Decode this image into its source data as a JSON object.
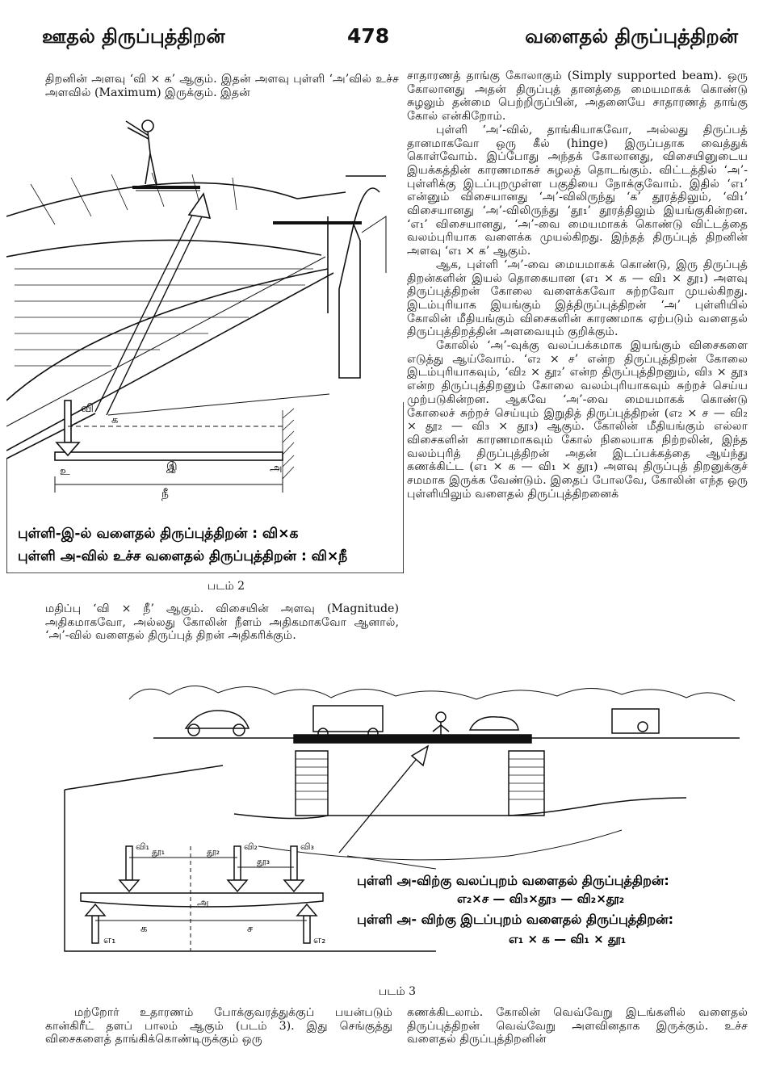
{
  "header": {
    "left": "ஊதல் திருப்புத்திறன்",
    "page_number": "478",
    "right": "வளைதல் திருப்புத்திறன்"
  },
  "col_left_top": [
    "திறனின் அளவு ‘வி × க’ ஆகும். இதன் அளவு புள்ளி ‘அ’வில் உச்ச அளவில் (Maximum) இருக்கும். இதன்"
  ],
  "figure2": {
    "label_vi": "வி",
    "label_ka": "க",
    "label_u": "உ",
    "label_i": "இ",
    "label_a": "அ",
    "label_ni": "நீ",
    "formula_line1": "புள்ளி-இ-ல் வளைதல் திருப்புத்திறன் : வி×க",
    "formula_line2": "புள்ளி அ-வில் உச்ச வளைதல் திருப்புத்திறன் : வி×நீ",
    "caption": "படம் 2"
  },
  "col_left_bottom": [
    "மதிப்பு ‘வி × நீ’ ஆகும். விசையின் அளவு (Magnitude) அதிகமாகவோ, அல்லது கோலின் நீளம் அதிகமாகவோ ஆனால், ‘அ’-வில் வளைதல் திருப்புத் திறன் அதிகரிக்கும்."
  ],
  "col_right": [
    {
      "indent": false,
      "text": "சாதாரணத் தாங்கு கோலாகும் (Simply supported beam). ஒரு கோலானது அதன் திருப்புத் தானத்தை மையமாகக் கொண்டு சுழலும் தன்மை பெற்றிருப்பின், அதனையே சாதாரணத் தாங்கு கோல் என்கிறோம்."
    },
    {
      "indent": true,
      "text": "புள்ளி ‘அ’-வில், தாங்கியாகவோ, அல்லது திருப்பத் தானமாகவோ ஒரு கீல் (hinge) இருப்பதாக வைத்துக் கொள்வோம். இப்போது அந்தக் கோலானது, விசையினுடைய இயக்கத்தின் காரணமாகச் சுழலத் தொடங்கும். விட்டத்தில் ‘அ’-புள்ளிக்கு இடப்புறமுள்ள பகுதியை நோக்குவோம். இதில் ‘எ₁’ என்னும் விசையானது ‘அ’-விலிருந்து ‘க’ தூரத்திலும், ‘வி₁’ விசையானது ‘அ’-விலிருந்து ‘தூ₁’ தூரத்திலும் இயங்குகின்றன. ‘எ₁’ விசையானது, ‘அ’-வை மையமாகக் கொண்டு விட்டத்தை வலம்புரியாக வளைக்க முயல்கிறது. இந்தத் திருப்புத் திறனின் அளவு ‘எ₁ × க’ ஆகும்."
    },
    {
      "indent": true,
      "text": "ஆக, புள்ளி ‘அ’-வை மையமாகக் கொண்டு, இரு திருப்புத் திறன்களின் இயல் தொகையான (எ₁ × க — வி₁ × தூ₁) அளவு திருப்புத்திறன் கோலை வளைக்கவோ சுற்றவோ முயல்கிறது. இடம்புரியாக இயங்கும் இத்திருப்புத்திறன் ‘அ’ புள்ளியில் கோலின் மீதியங்கும் விசைகளின் காரணமாக ஏற்படும் வளைதல் திருப்புத்திறத்தின் அளவையும் குறிக்கும்."
    },
    {
      "indent": true,
      "text": "கோலில் ‘அ’-வுக்கு வலப்பக்கமாக இயங்கும் விசைகளை எடுத்து ஆய்வோம். ‘எ₂ × ச’ என்ற திருப்புத்திறன் கோலை இடம்புரியாகவும், ‘வி₂ × தூ₂’ என்ற திருப்புத்திறனும், வி₃ × தூ₃ என்ற திருப்புத்திறனும் கோலை வலம்புரியாகவும் சுற்றச் செய்ய முற்படுகின்றன. ஆகவே ‘அ’-வை மையமாகக் கொண்டு கோலைச் சுற்றச் செய்யும் இறுதித் திருப்புத்திறன் (எ₂ × ச — வி₂ × தூ₂ — வி₃ × தூ₃) ஆகும். கோலின் மீதியங்கும் எல்லா விசைகளின் காரணமாகவும் கோல் நிலையாக நிற்றலின், இந்த வலம்புரித் திருப்புத்திறன் அதன் இடப்பக்கத்தை ஆய்ந்து கணக்கிட்ட (எ₁ × க — வி₁ × தூ₁) அளவு திருப்புத் திறனுக்குச் சமமாக இருக்க வேண்டும். இதைப் போலவே, கோலின் எந்த ஒரு புள்ளியிலும் வளைதல் திருப்புத்திறனைக்"
    }
  ],
  "figure3": {
    "label_vi1": "வி₁",
    "label_vi2": "வி₂",
    "label_vi3": "வி₃",
    "label_thu1": "தூ₁",
    "label_thu2": "தூ₂",
    "label_thu3": "தூ₃",
    "label_a": "அ",
    "label_ka": "க",
    "label_sa": "ச",
    "label_e1": "எ₁",
    "label_e2": "எ₂",
    "formula_right_title": "புள்ளி அ-விற்கு வலப்புறம் வளைதல் திருப்புத்திறன்:",
    "formula_right_expr": "எ₂×ச  —  வி₃×தூ₃  —  வி₂×தூ₂",
    "formula_left_title": "புள்ளி அ- விற்கு இடப்புறம் வளைதல் திருப்புத்திறன்:",
    "formula_left_expr": "எ₁ × க  —  வி₁ × தூ₁",
    "caption": "படம் 3"
  },
  "bottom_left": [
    "மற்றோர் உதாரணம் போக்குவரத்துக்குப் பயன்படும் கான்கிரீட் தளப் பாலம் ஆகும் (படம் 3). இது செங்குத்து விசைகளைத் தாங்கிக்கொண்டிருக்கும் ஒரு"
  ],
  "bottom_right": [
    "கணக்கிடலாம். கோலின் வெவ்வேறு இடங்களில் வளைதல் திருப்புத்திறன் வெவ்வேறு அளவினதாக இருக்கும். உச்ச வளைதல் திருப்புத்திறனின்"
  ]
}
